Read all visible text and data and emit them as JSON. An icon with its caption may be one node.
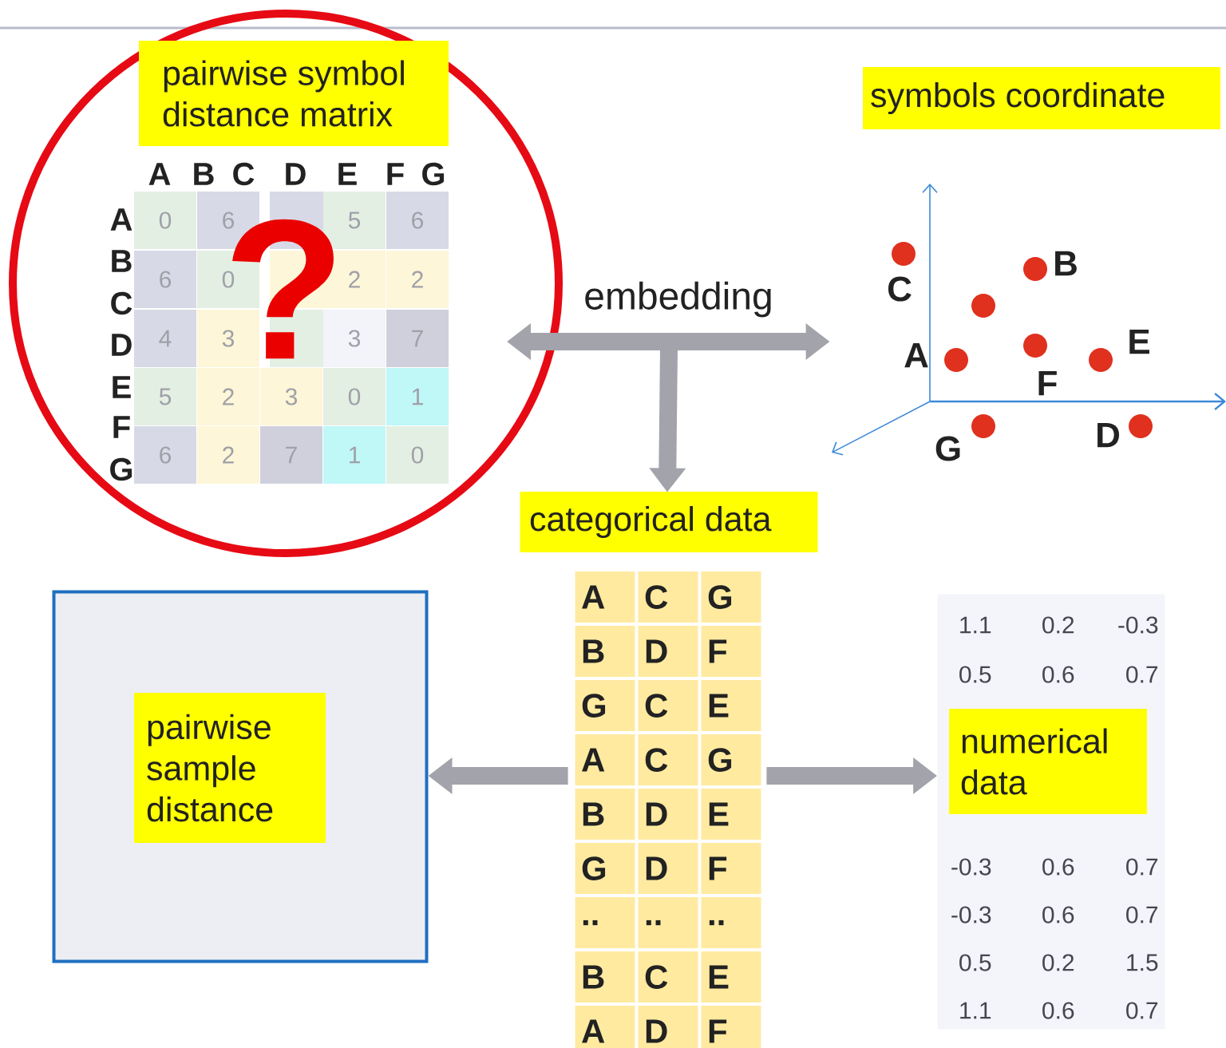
{
  "diagram": {
    "nodes": [
      {
        "text": [
          "pairwise symbol distance matrix"
        ]
      },
      {
        "text": [
          "symbols coordinate"
        ]
      },
      {
        "text": [
          "categorical data"
        ]
      },
      {
        "text": [
          "pairwise sample distance"
        ]
      },
      {
        "text": [
          "numerical data"
        ]
      }
    ],
    "edges": [
      {
        "from": 0,
        "to": 1,
        "arrow": "both",
        "label": "embedding"
      },
      {
        "from": null,
        "to": 2,
        "arrow": "to"
      },
      {
        "from": 2,
        "to": 3,
        "arrow": "to"
      },
      {
        "from": 2,
        "to": 4,
        "arrow": "to"
      }
    ],
    "labels": [
      "A",
      "B",
      "C",
      "D",
      "E",
      "F",
      "G",
      "A",
      "B",
      "C",
      "D",
      "E",
      "F",
      "G",
      "0",
      "6",
      "5",
      "6",
      "6",
      "0",
      "2",
      "2",
      "4",
      "3",
      "3",
      "7",
      "5",
      "2",
      "3",
      "0",
      "1",
      "6",
      "2",
      "7",
      "1",
      "0",
      "?",
      "B",
      "C",
      "E",
      "A",
      "F",
      "D",
      "G",
      "A",
      "C",
      "G",
      "B",
      "D",
      "F",
      "G",
      "C",
      "E",
      "A",
      "C",
      "G",
      "B",
      "D",
      "E",
      "G",
      "D",
      "F",
      "..",
      "..",
      "..",
      "B",
      "C",
      "E",
      "A",
      "D",
      "F",
      "1.1",
      "0.2",
      "-0.3",
      "0.5",
      "0.6",
      "0.7",
      "-0.3",
      "0.6",
      "0.7",
      "-0.3",
      "0.6",
      "0.7",
      "0.5",
      "0.2",
      "1.5",
      "1.1",
      "0.6",
      "0.7"
    ]
  }
}
